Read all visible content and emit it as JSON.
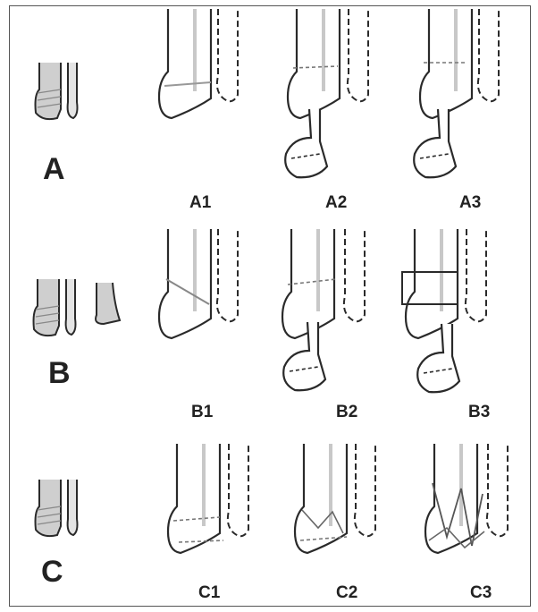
{
  "rows": [
    {
      "label": "A",
      "subtypes": [
        "A1",
        "A2",
        "A3"
      ]
    },
    {
      "label": "B",
      "subtypes": [
        "B1",
        "B2",
        "B3"
      ]
    },
    {
      "label": "C",
      "subtypes": [
        "C1",
        "C2",
        "C3"
      ]
    }
  ],
  "colors": {
    "line": "#2a2a2a",
    "shade": "#cfcfcf",
    "frame": "#555555"
  }
}
